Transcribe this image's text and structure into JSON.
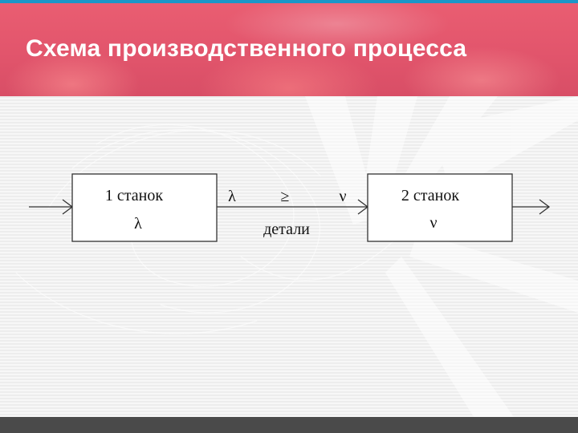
{
  "slide": {
    "title": "Схема производственного процесса"
  },
  "diagram": {
    "machine1": {
      "label": "1 станок",
      "rate": "λ"
    },
    "machine2": {
      "label": "2 станок",
      "rate": "ν"
    },
    "flow": {
      "input_rate": "λ",
      "relation": "≥",
      "items": "детали",
      "output_rate": "ν"
    }
  },
  "colors": {
    "header": "#e2556c",
    "accent_line": "#1c96c8",
    "footer": "#4a4a4a"
  }
}
